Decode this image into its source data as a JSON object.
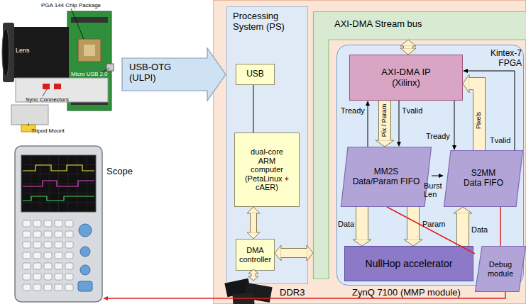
{
  "diagram": {
    "nodes": [
      {
        "text": [
          "ZynQ 7100 (MMP module)"
        ]
      },
      {
        "text": [
          "Processing System (PS)"
        ],
        "in": 0
      },
      {
        "text": [
          "USB"
        ],
        "in": 1
      },
      {
        "text": [
          "dual-core ARM computer (PetaLinux + cAER)"
        ],
        "in": 1
      },
      {
        "text": [
          "DMA controller"
        ],
        "in": 1
      },
      {
        "text": [
          "AXI-DMA Stream bus"
        ],
        "in": 0
      },
      {
        "text": [
          "Kintex-7 FPGA"
        ],
        "in": 0
      },
      {
        "text": [
          "AXI-DMA IP (Xilinx)"
        ],
        "in": 6
      },
      {
        "text": [
          "MM2S",
          "Data/Param FIFO"
        ],
        "in": 6
      },
      {
        "text": [
          "S2MM",
          "Data FIFO"
        ],
        "in": 6
      },
      {
        "text": [
          "NullHop accelerator"
        ],
        "in": 6
      },
      {
        "text": [
          "Debug module"
        ],
        "in": 6
      },
      {
        "text": [
          "Scope"
        ]
      }
    ],
    "edges": [
      {
        "from": 2,
        "to": 3,
        "arrow": "none"
      },
      {
        "from": 3,
        "to": 4,
        "arrow": "both"
      },
      {
        "from": 4,
        "to": 5,
        "arrow": "both"
      },
      {
        "from": 5,
        "to": 7,
        "arrow": "both"
      },
      {
        "from": 8,
        "to": 7,
        "label": "Tready",
        "arrow": "to"
      },
      {
        "from": 7,
        "to": 8,
        "label": "Pix / Param",
        "arrow": "to"
      },
      {
        "from": 7,
        "to": 8,
        "label": "Tvalid",
        "arrow": "to"
      },
      {
        "from": 7,
        "to": 9,
        "label": "Tready",
        "arrow": "to"
      },
      {
        "from": 9,
        "to": 7,
        "label": "Pixels",
        "arrow": "to"
      },
      {
        "from": 9,
        "to": 7,
        "label": "Tvalid",
        "arrow": "to"
      },
      {
        "from": 8,
        "to": 9,
        "label": "Burst Len",
        "arrow": "to"
      },
      {
        "from": 8,
        "to": 10,
        "label": "Data",
        "arrow": "to"
      },
      {
        "from": 8,
        "to": 10,
        "label": "Param",
        "arrow": "to"
      },
      {
        "from": 10,
        "to": 9,
        "label": "Data",
        "arrow": "to"
      },
      {
        "from": 8,
        "to": 11,
        "arrow": "none"
      },
      {
        "from": 9,
        "to": 11,
        "arrow": "none"
      },
      {
        "from": 11,
        "to": 12,
        "arrow": "to"
      }
    ],
    "labels": [
      "PGA 144 Chip Package",
      "Lens",
      "Micro USB 2.0",
      "Sync Connectors",
      "Tripod Mount",
      "USB-OTG (ULPI)",
      "DDR3"
    ]
  }
}
